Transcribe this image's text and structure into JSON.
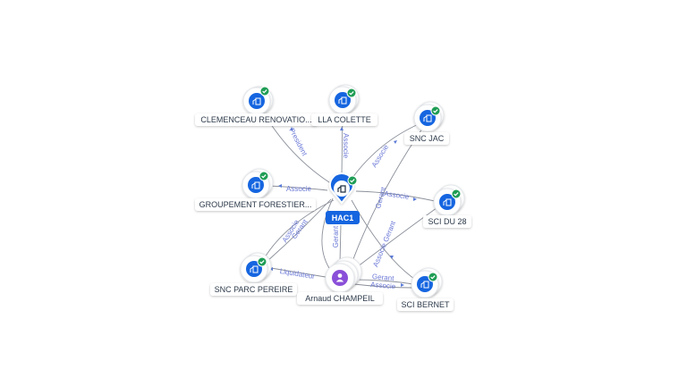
{
  "graph": {
    "center": {
      "label": "HAC1"
    },
    "nodes": {
      "clemenceau": {
        "label": "CLEMENCEAU RENOVATIO...",
        "kind": "company",
        "verified": true
      },
      "colette": {
        "label": "LLA COLETTE",
        "kind": "company",
        "verified": true
      },
      "sncjac": {
        "label": "SNC JAC",
        "kind": "company",
        "verified": true
      },
      "groupement": {
        "label": "GROUPEMENT FORESTIER...",
        "kind": "company",
        "verified": true
      },
      "scidu28": {
        "label": "SCI DU 28",
        "kind": "company",
        "verified": true
      },
      "parc": {
        "label": "SNC PARC PEREIRE",
        "kind": "company",
        "verified": true
      },
      "arnaud": {
        "label": "Arnaud CHAMPEIL",
        "kind": "person",
        "verified": false
      },
      "bernet": {
        "label": "SCI BERNET",
        "kind": "company",
        "verified": true
      }
    },
    "edges": {
      "clemenceau": {
        "label": "President"
      },
      "colette": {
        "label": "Associe"
      },
      "sncjac": {
        "label": "Associe"
      },
      "groupement": {
        "label": "Associe"
      },
      "scidu28": {
        "label": "Associe"
      },
      "arnaud_center": {
        "label": "Gerant"
      },
      "parc_center_1": {
        "label": "Gerant"
      },
      "parc_center_2": {
        "label": "Associe"
      },
      "arnaud_parc": {
        "label": "Liquidateur"
      },
      "arnaud_sncjac": {
        "label": "Gerant"
      },
      "arnaud_scidu28": {
        "label": "Associe Gerant"
      },
      "arnaud_bernet_1": {
        "label": "Gerant"
      },
      "arnaud_bernet_2": {
        "label": "Associe"
      }
    }
  },
  "colors": {
    "company_icon": "#1565e0",
    "person_icon": "#8a4fd8",
    "verified_badge": "#1f9d55",
    "edge_line": "#8a8f99",
    "edge_label": "#6b79d6",
    "center_pill": "#1565e0"
  },
  "icons": {
    "company": "building-icon",
    "person": "person-icon",
    "verified": "check-badge-icon"
  }
}
